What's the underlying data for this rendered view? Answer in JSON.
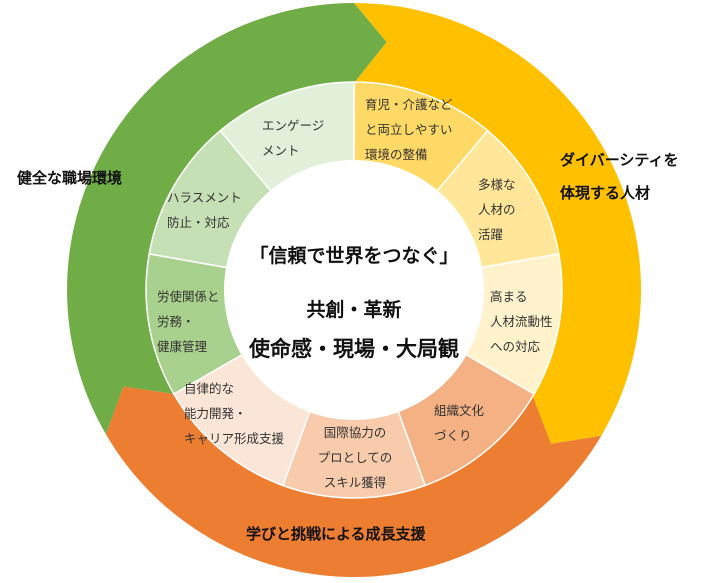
{
  "colors": {
    "green_outer": "#70AD47",
    "yellow_outer": "#FFC000",
    "orange_outer": "#ED7D31",
    "segments": [
      "#FFD966",
      "#FFE699",
      "#FFF2CC",
      "#F4B183",
      "#F8CBAD",
      "#FBE5D6",
      "#A9D18E",
      "#C5E0B4",
      "#E2F0D9"
    ]
  },
  "center": {
    "motto": "「信頼で世界をつなぐ」",
    "line1": "共創・革新",
    "line2": "使命感・現場・大局観"
  },
  "outer_labels": {
    "green": [
      "健全な職場環境"
    ],
    "yellow": [
      "ダイバーシティを",
      "体現する人材"
    ],
    "orange": [
      "学びと挑戦による成長支援"
    ]
  },
  "segments": [
    {
      "lines": [
        "育児・介護など",
        "と両立しやすい",
        "環境の整備"
      ]
    },
    {
      "lines": [
        "多様な",
        "人材の",
        "活躍"
      ]
    },
    {
      "lines": [
        "高まる",
        "人材流動性",
        "への対応"
      ]
    },
    {
      "lines": [
        "組織文化",
        "づくり"
      ]
    },
    {
      "lines": [
        "国際協力の",
        "プロとしての",
        "スキル獲得"
      ]
    },
    {
      "lines": [
        "自律的な",
        "能力開発・",
        "キャリア形成支援"
      ]
    },
    {
      "lines": [
        "労使関係と",
        "労務・",
        "健康管理"
      ]
    },
    {
      "lines": [
        "ハラスメント",
        "防止・対応"
      ]
    },
    {
      "lines": [
        "エンゲージ",
        "メント"
      ]
    }
  ]
}
